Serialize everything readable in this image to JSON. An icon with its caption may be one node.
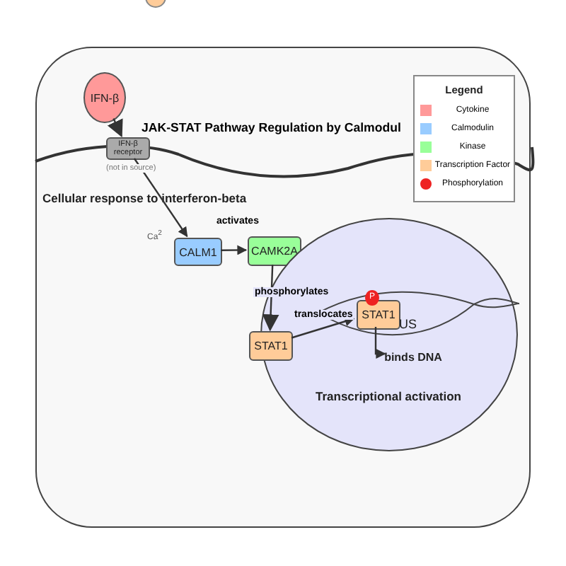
{
  "diagram": {
    "title": "JAK-STAT Pathway Regulation by Calmodul",
    "nodes": [
      {
        "text": [
          "Cellular response to interferon-beta"
        ]
      },
      {
        "text": [
          "IFN-β"
        ],
        "in": 0
      },
      {
        "text": [
          "IFN-β receptor"
        ],
        "beside": [
          "(not in source)"
        ],
        "in": 0
      },
      {
        "text": [
          "CALM1"
        ],
        "in": 0
      },
      {
        "text": [
          "CAMK2A"
        ],
        "in": 0
      },
      {
        "text": [
          "Transcriptional activation"
        ],
        "in": 0
      },
      {
        "text": [
          "STAT1"
        ],
        "in": 0
      },
      {
        "text": [
          "STAT1"
        ],
        "beside": [
          "P"
        ],
        "in": 5
      },
      {
        "text": [
          "binds DNA"
        ],
        "in": 5
      }
    ],
    "edges": [
      {
        "from": 1,
        "to": 2,
        "arrow": "to"
      },
      {
        "from": 2,
        "to": 3,
        "arrow": "to"
      },
      {
        "from": 3,
        "to": 4,
        "arrow": "to",
        "label": "activates"
      },
      {
        "from": 4,
        "to": 6,
        "arrow": "to",
        "label": "phosphorylates"
      },
      {
        "from": 6,
        "to": 7,
        "arrow": "to",
        "label": "translocates"
      },
      {
        "from": 7,
        "to": 8,
        "arrow": "to"
      }
    ],
    "labels": [
      "Legend",
      "Ca$^{2}$",
      "US"
    ],
    "legend": [
      {
        "text": "Cytokine",
        "color": "#ff9999"
      },
      {
        "text": "Calmodulin",
        "color": "#99ccff"
      },
      {
        "text": "Kinase",
        "color": "#99ff99"
      },
      {
        "text": "Transcription Factor",
        "color": "#ffcc99"
      },
      {
        "text": "Phosphorylation"
      }
    ]
  }
}
